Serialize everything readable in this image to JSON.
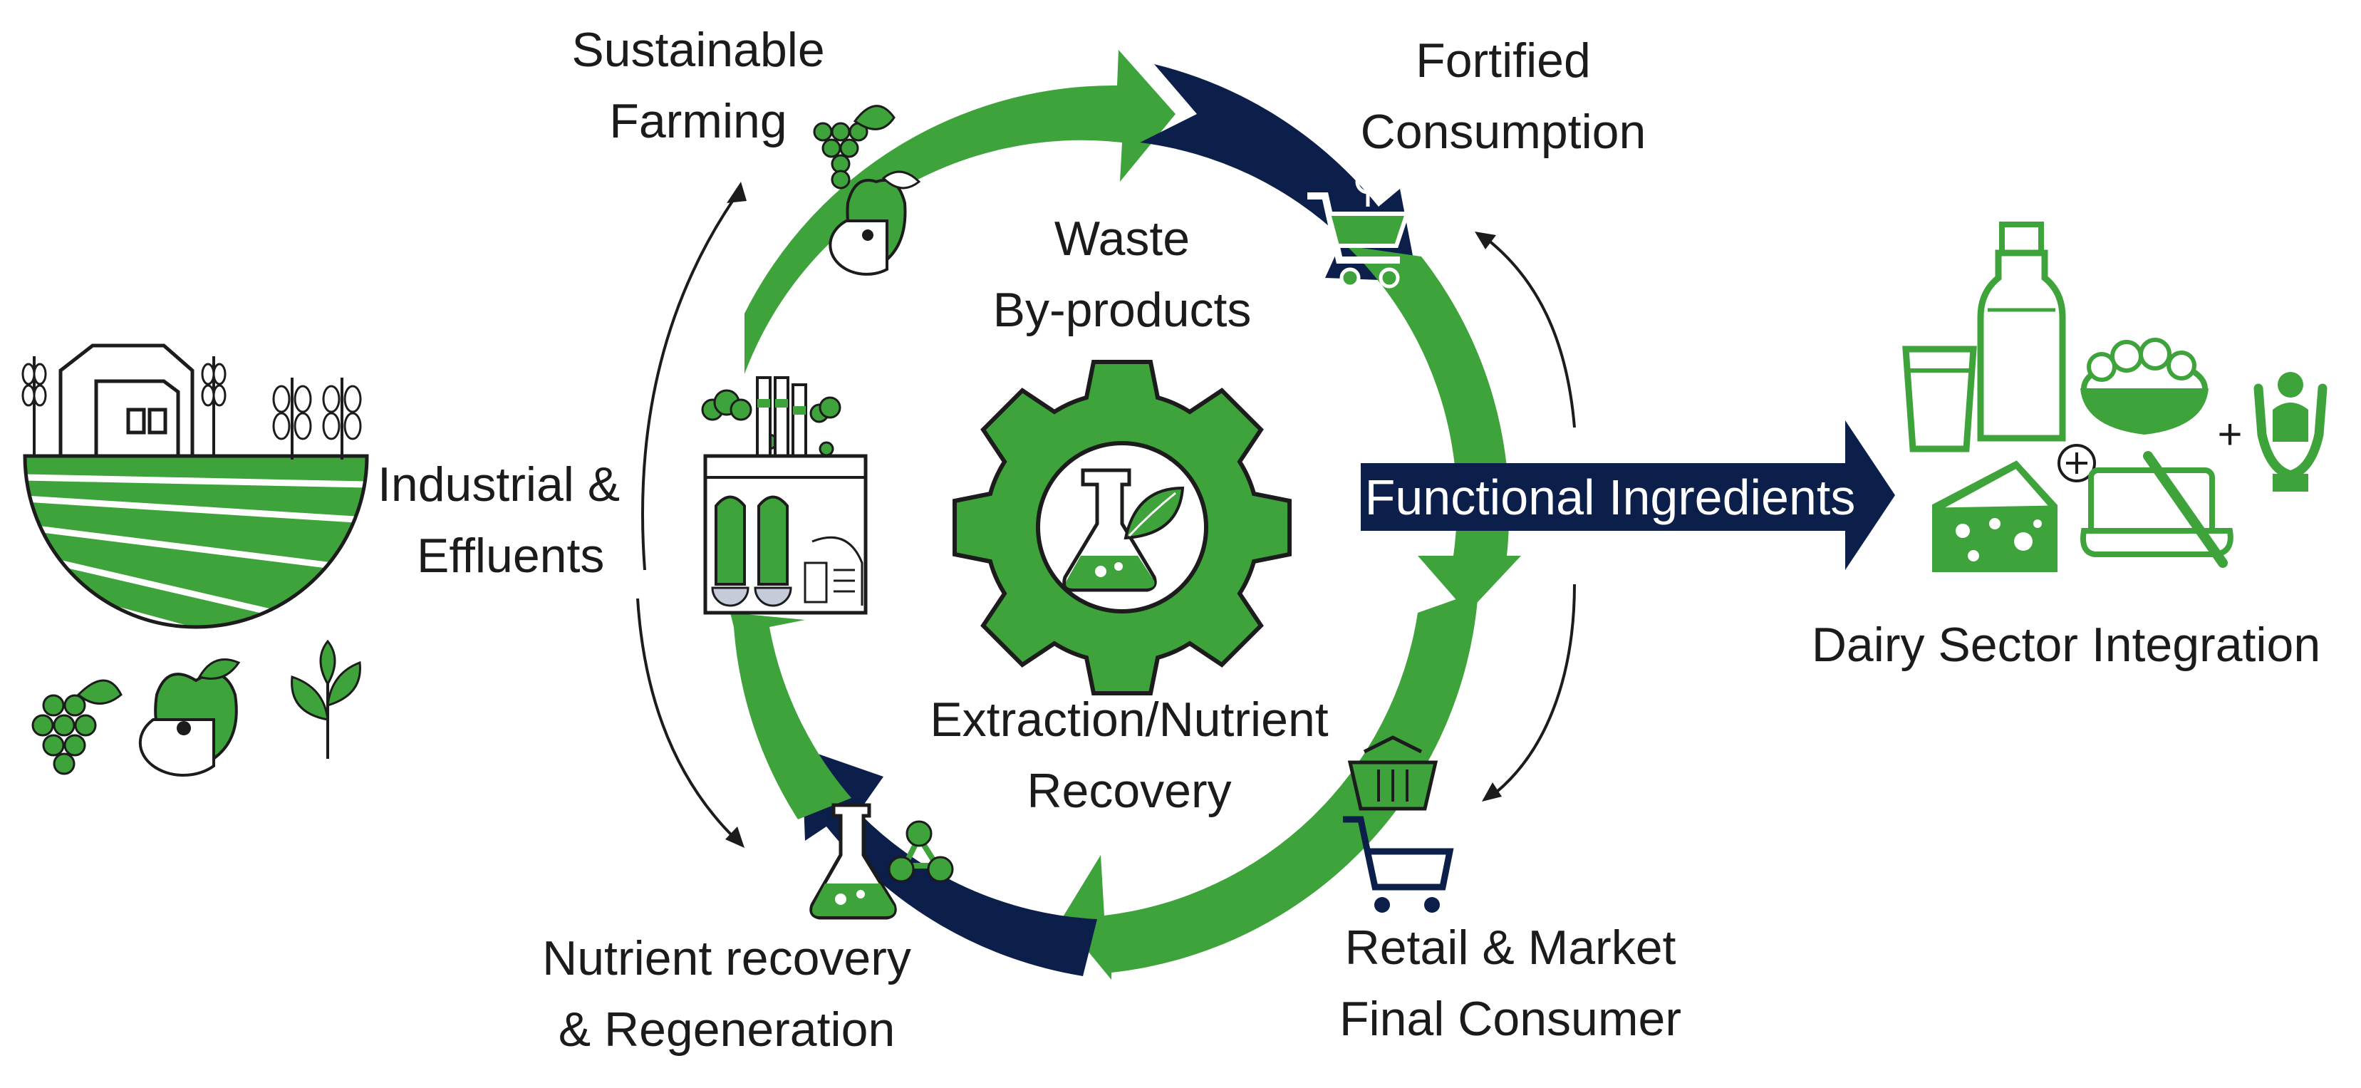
{
  "diagram": {
    "center": {
      "line1": "Waste",
      "line2": "By-products"
    },
    "extraction": {
      "line1": "Extraction/Nutrient",
      "line2": "Recovery"
    },
    "sustainable_farming": {
      "line1": "Sustainable",
      "line2": "Farming"
    },
    "fortified_consumption": {
      "line1": "Fortified",
      "line2": "Consumption"
    },
    "industrial_effluents": {
      "line1": "Industrial &",
      "line2": "Effluents"
    },
    "retail_market": {
      "line1": "Retail & Market",
      "line2": "Final Consumer"
    },
    "nutrient_recovery": {
      "line1": "Nutrient recovery",
      "line2": "& Regeneration"
    },
    "functional_ingredients": "Functional Ingredients",
    "dairy_sector": "Dairy Sector Integration",
    "plus_sign": "+"
  },
  "colors": {
    "green": "#3ea33a",
    "navy": "#0c1f4a",
    "dark_outline": "#1c1c1c",
    "text": "#1b1b1b"
  },
  "icons": [
    "farm-landscape-icon",
    "grapes-icon",
    "apple-icon",
    "leaves-icon",
    "factory-icon",
    "gear-flask-icon",
    "shopping-cart-icon",
    "basket-cart-icon",
    "molecule-flask-icon",
    "milk-bottle-icon",
    "glass-icon",
    "bowl-icon",
    "cheese-icon",
    "butter-icon",
    "plus-circle-icon",
    "hands-care-icon"
  ]
}
